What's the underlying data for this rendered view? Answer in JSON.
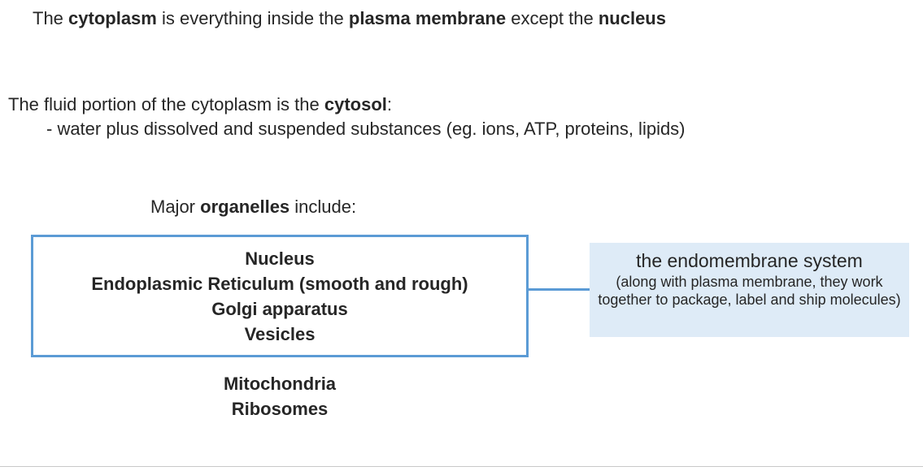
{
  "colors": {
    "accent_blue": "#5b9bd5",
    "callout_bg": "#deebf7",
    "text_color": "#262626"
  },
  "intro": {
    "seg1": "The ",
    "seg2": "cytoplasm",
    "seg3": " is everything inside the ",
    "seg4": "plasma membrane",
    "seg5": " except the ",
    "seg6": "nucleus"
  },
  "cytosol": {
    "seg1": "The fluid portion of the cytoplasm is the ",
    "seg2": "cytosol",
    "seg3": ":",
    "bullet": "- water plus dissolved and suspended substances (eg. ions, ATP, proteins, lipids)"
  },
  "organelles": {
    "heading_seg1": "Major ",
    "heading_seg2": "organelles",
    "heading_seg3": " include:",
    "box_items": [
      "Nucleus",
      "Endoplasmic Reticulum (smooth and rough)",
      "Golgi apparatus",
      "Vesicles"
    ],
    "other_items": [
      "Mitochondria",
      "Ribosomes"
    ]
  },
  "callout": {
    "title": "the endomembrane system",
    "body": "(along with plasma membrane, they work together to package, label and ship molecules)"
  }
}
